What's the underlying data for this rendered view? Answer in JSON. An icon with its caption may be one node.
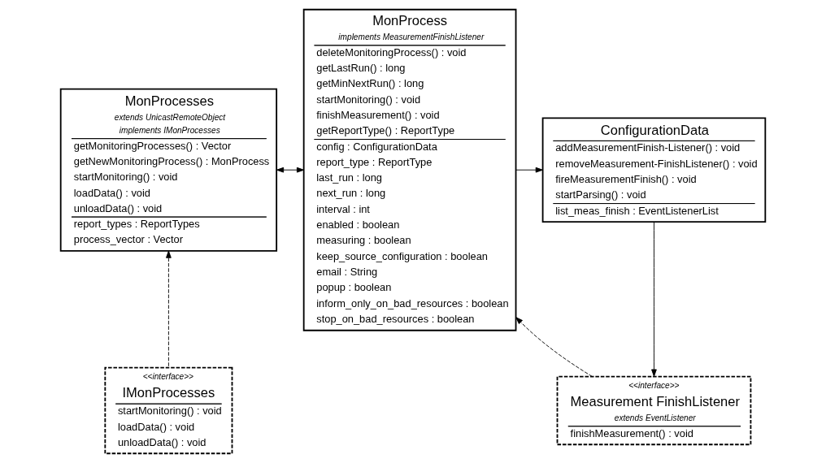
{
  "diagram": {
    "nodes": [
      {
        "text": [
          "MonProcesses",
          "extends UnicastRemoteObject",
          "implements IMonProcesses",
          "getMonitoringProcesses() : Vector",
          "getNewMonitoringProcess() : MonProcess",
          "startMonitoring() : void",
          "loadData() : void",
          "unloadData() : void",
          "report_types : ReportTypes",
          "process_vector : Vector"
        ]
      },
      {
        "text": [
          "ConfigurationData",
          "addMeasurementFinish-Listener() : void",
          "removeMeasurement-FinishListener() : void",
          "fireMeasurementFinish() : void",
          "startParsing() : void",
          "list_meas_finish : EventListenerList"
        ]
      },
      {
        "text": [
          "MonProcess",
          "implements MeasurementFinishListener",
          "deleteMonitoringProcess() : void",
          "getLastRun() : long",
          "getMinNextRun() : long",
          "startMonitoring() : void",
          "finishMeasurement() : void",
          "getReportType() : ReportType",
          "config : ConfigurationData",
          "report_type : ReportType",
          "last_run : long",
          "next_run : long",
          "interval : int",
          "enabled : boolean",
          "measuring : boolean",
          "keep_source_configuration : boolean",
          "email : String",
          "popup : boolean",
          "inform_only_on_bad_resources : boolean",
          "stop_on_bad_resources : boolean"
        ]
      },
      {
        "text": [
          "<<interface>>",
          "IMonProcesses",
          "startMonitoring() : void",
          "loadData() : void",
          "unloadData() : void"
        ]
      },
      {
        "text": [
          "<<interface>>",
          "Measurement FinishListener",
          "extends EventListener",
          "finishMeasurement() : void"
        ]
      }
    ],
    "edges": [
      {
        "from": 0,
        "to": 2,
        "arrow": "both"
      },
      {
        "from": 2,
        "to": 1,
        "arrow": "to"
      },
      {
        "from": 3,
        "to": 0,
        "arrow": "to",
        "style": "dashed"
      },
      {
        "from": 1,
        "to": 4,
        "arrow": "to"
      },
      {
        "from": 4,
        "to": 2,
        "arrow": "to",
        "style": "dashed"
      }
    ]
  }
}
